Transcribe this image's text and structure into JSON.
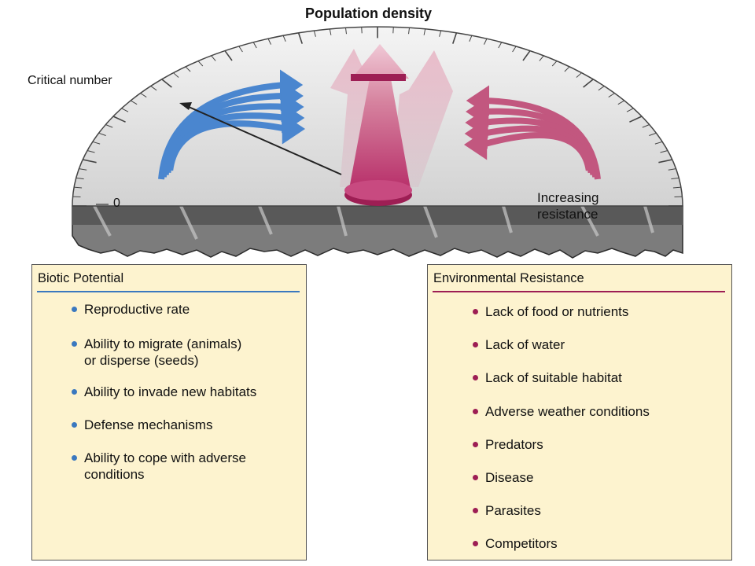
{
  "gauge": {
    "title": "Population density",
    "critical_label": "Critical number",
    "zero_label": "0",
    "resistance_label_line1": "Increasing",
    "resistance_label_line2": "resistance",
    "colors": {
      "blue_arrows": "#4a86cf",
      "magenta_arrows": "#c2577f",
      "center_arrow": "#c7457a",
      "dial_face": "#ececec",
      "dial_edge": "#444444"
    }
  },
  "biotic": {
    "heading": "Biotic Potential",
    "items": [
      {
        "line1": "Reproductive rate",
        "line2": ""
      },
      {
        "line1": "Ability to migrate (animals)",
        "line2": "or disperse (seeds)"
      },
      {
        "line1": "Ability to invade new habitats",
        "line2": ""
      },
      {
        "line1": "Defense mechanisms",
        "line2": ""
      },
      {
        "line1": "Ability to cope with adverse",
        "line2": "conditions"
      }
    ]
  },
  "resistance": {
    "heading": "Environmental Resistance",
    "items": [
      "Lack of food or nutrients",
      "Lack of water",
      "Lack of suitable habitat",
      "Adverse weather conditions",
      "Predators",
      "Disease",
      "Parasites",
      "Competitors"
    ]
  }
}
